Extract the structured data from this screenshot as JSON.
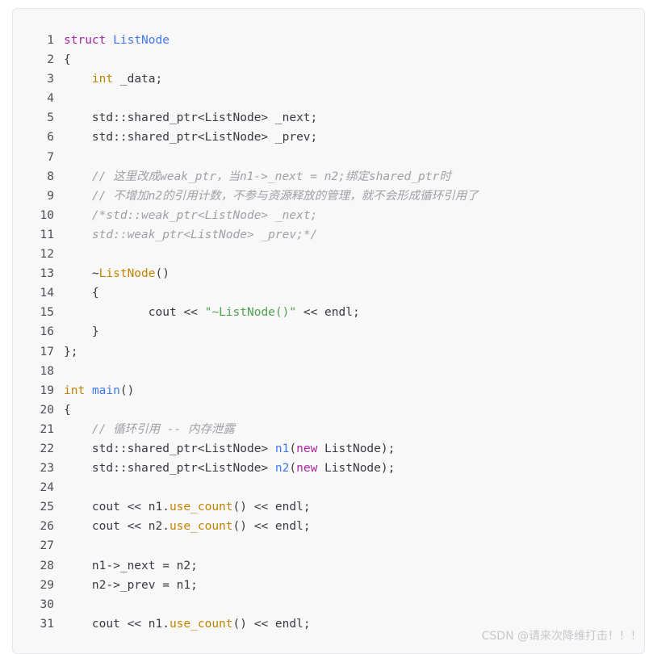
{
  "colors": {
    "background": "#f8f8f9",
    "keyword": "#a626a4",
    "type": "#c18401",
    "title": "#4078f2",
    "string": "#50a14f",
    "comment": "#a0a1a7",
    "plain": "#383a42"
  },
  "code": {
    "lines": [
      {
        "n": "1",
        "tokens": [
          {
            "t": "keyword",
            "v": "struct"
          },
          {
            "t": "plain",
            "v": " "
          },
          {
            "t": "title",
            "v": "ListNode"
          }
        ]
      },
      {
        "n": "2",
        "tokens": [
          {
            "t": "plain",
            "v": "{"
          }
        ]
      },
      {
        "n": "3",
        "tokens": [
          {
            "t": "plain",
            "v": "    "
          },
          {
            "t": "type",
            "v": "int"
          },
          {
            "t": "plain",
            "v": " _data;"
          }
        ]
      },
      {
        "n": "4",
        "tokens": []
      },
      {
        "n": "5",
        "tokens": [
          {
            "t": "plain",
            "v": "    std::shared_ptr<ListNode> _next;"
          }
        ]
      },
      {
        "n": "6",
        "tokens": [
          {
            "t": "plain",
            "v": "    std::shared_ptr<ListNode> _prev;"
          }
        ]
      },
      {
        "n": "7",
        "tokens": []
      },
      {
        "n": "8",
        "tokens": [
          {
            "t": "plain",
            "v": "    "
          },
          {
            "t": "comment",
            "v": "// 这里改成weak_ptr，当n1->_next = n2;绑定shared_ptr时"
          }
        ]
      },
      {
        "n": "9",
        "tokens": [
          {
            "t": "plain",
            "v": "    "
          },
          {
            "t": "comment",
            "v": "// 不增加n2的引用计数，不参与资源释放的管理，就不会形成循环引用了"
          }
        ]
      },
      {
        "n": "10",
        "tokens": [
          {
            "t": "plain",
            "v": "    "
          },
          {
            "t": "comment",
            "v": "/*std::weak_ptr<ListNode> _next;"
          }
        ]
      },
      {
        "n": "11",
        "tokens": [
          {
            "t": "plain",
            "v": "    "
          },
          {
            "t": "comment",
            "v": "std::weak_ptr<ListNode> _prev;*/"
          }
        ]
      },
      {
        "n": "12",
        "tokens": []
      },
      {
        "n": "13",
        "tokens": [
          {
            "t": "plain",
            "v": "    ~"
          },
          {
            "t": "func",
            "v": "ListNode"
          },
          {
            "t": "plain",
            "v": "()"
          }
        ]
      },
      {
        "n": "14",
        "tokens": [
          {
            "t": "plain",
            "v": "    {"
          }
        ]
      },
      {
        "n": "15",
        "tokens": [
          {
            "t": "plain",
            "v": "            cout << "
          },
          {
            "t": "string",
            "v": "\"~ListNode()\""
          },
          {
            "t": "plain",
            "v": " << endl;"
          }
        ]
      },
      {
        "n": "16",
        "tokens": [
          {
            "t": "plain",
            "v": "    }"
          }
        ]
      },
      {
        "n": "17",
        "tokens": [
          {
            "t": "plain",
            "v": "};"
          }
        ]
      },
      {
        "n": "18",
        "tokens": []
      },
      {
        "n": "19",
        "tokens": [
          {
            "t": "type",
            "v": "int"
          },
          {
            "t": "plain",
            "v": " "
          },
          {
            "t": "title",
            "v": "main"
          },
          {
            "t": "plain",
            "v": "()"
          }
        ]
      },
      {
        "n": "20",
        "tokens": [
          {
            "t": "plain",
            "v": "{"
          }
        ]
      },
      {
        "n": "21",
        "tokens": [
          {
            "t": "plain",
            "v": "    "
          },
          {
            "t": "comment",
            "v": "// 循环引用 -- 内存泄露"
          }
        ]
      },
      {
        "n": "22",
        "tokens": [
          {
            "t": "plain",
            "v": "    std::shared_ptr<ListNode> "
          },
          {
            "t": "title",
            "v": "n1"
          },
          {
            "t": "plain",
            "v": "("
          },
          {
            "t": "keyword",
            "v": "new"
          },
          {
            "t": "plain",
            "v": " ListNode);"
          }
        ]
      },
      {
        "n": "23",
        "tokens": [
          {
            "t": "plain",
            "v": "    std::shared_ptr<ListNode> "
          },
          {
            "t": "title",
            "v": "n2"
          },
          {
            "t": "plain",
            "v": "("
          },
          {
            "t": "keyword",
            "v": "new"
          },
          {
            "t": "plain",
            "v": " ListNode);"
          }
        ]
      },
      {
        "n": "24",
        "tokens": []
      },
      {
        "n": "25",
        "tokens": [
          {
            "t": "plain",
            "v": "    cout << n1."
          },
          {
            "t": "func",
            "v": "use_count"
          },
          {
            "t": "plain",
            "v": "() << endl;"
          }
        ]
      },
      {
        "n": "26",
        "tokens": [
          {
            "t": "plain",
            "v": "    cout << n2."
          },
          {
            "t": "func",
            "v": "use_count"
          },
          {
            "t": "plain",
            "v": "() << endl;"
          }
        ]
      },
      {
        "n": "27",
        "tokens": []
      },
      {
        "n": "28",
        "tokens": [
          {
            "t": "plain",
            "v": "    n1->_next = n2;"
          }
        ]
      },
      {
        "n": "29",
        "tokens": [
          {
            "t": "plain",
            "v": "    n2->_prev = n1;"
          }
        ]
      },
      {
        "n": "30",
        "tokens": []
      },
      {
        "n": "31",
        "tokens": [
          {
            "t": "plain",
            "v": "    cout << n1."
          },
          {
            "t": "func",
            "v": "use_count"
          },
          {
            "t": "plain",
            "v": "() << endl;"
          }
        ]
      }
    ]
  },
  "watermark": "CSDN @请来次降维打击！！！"
}
